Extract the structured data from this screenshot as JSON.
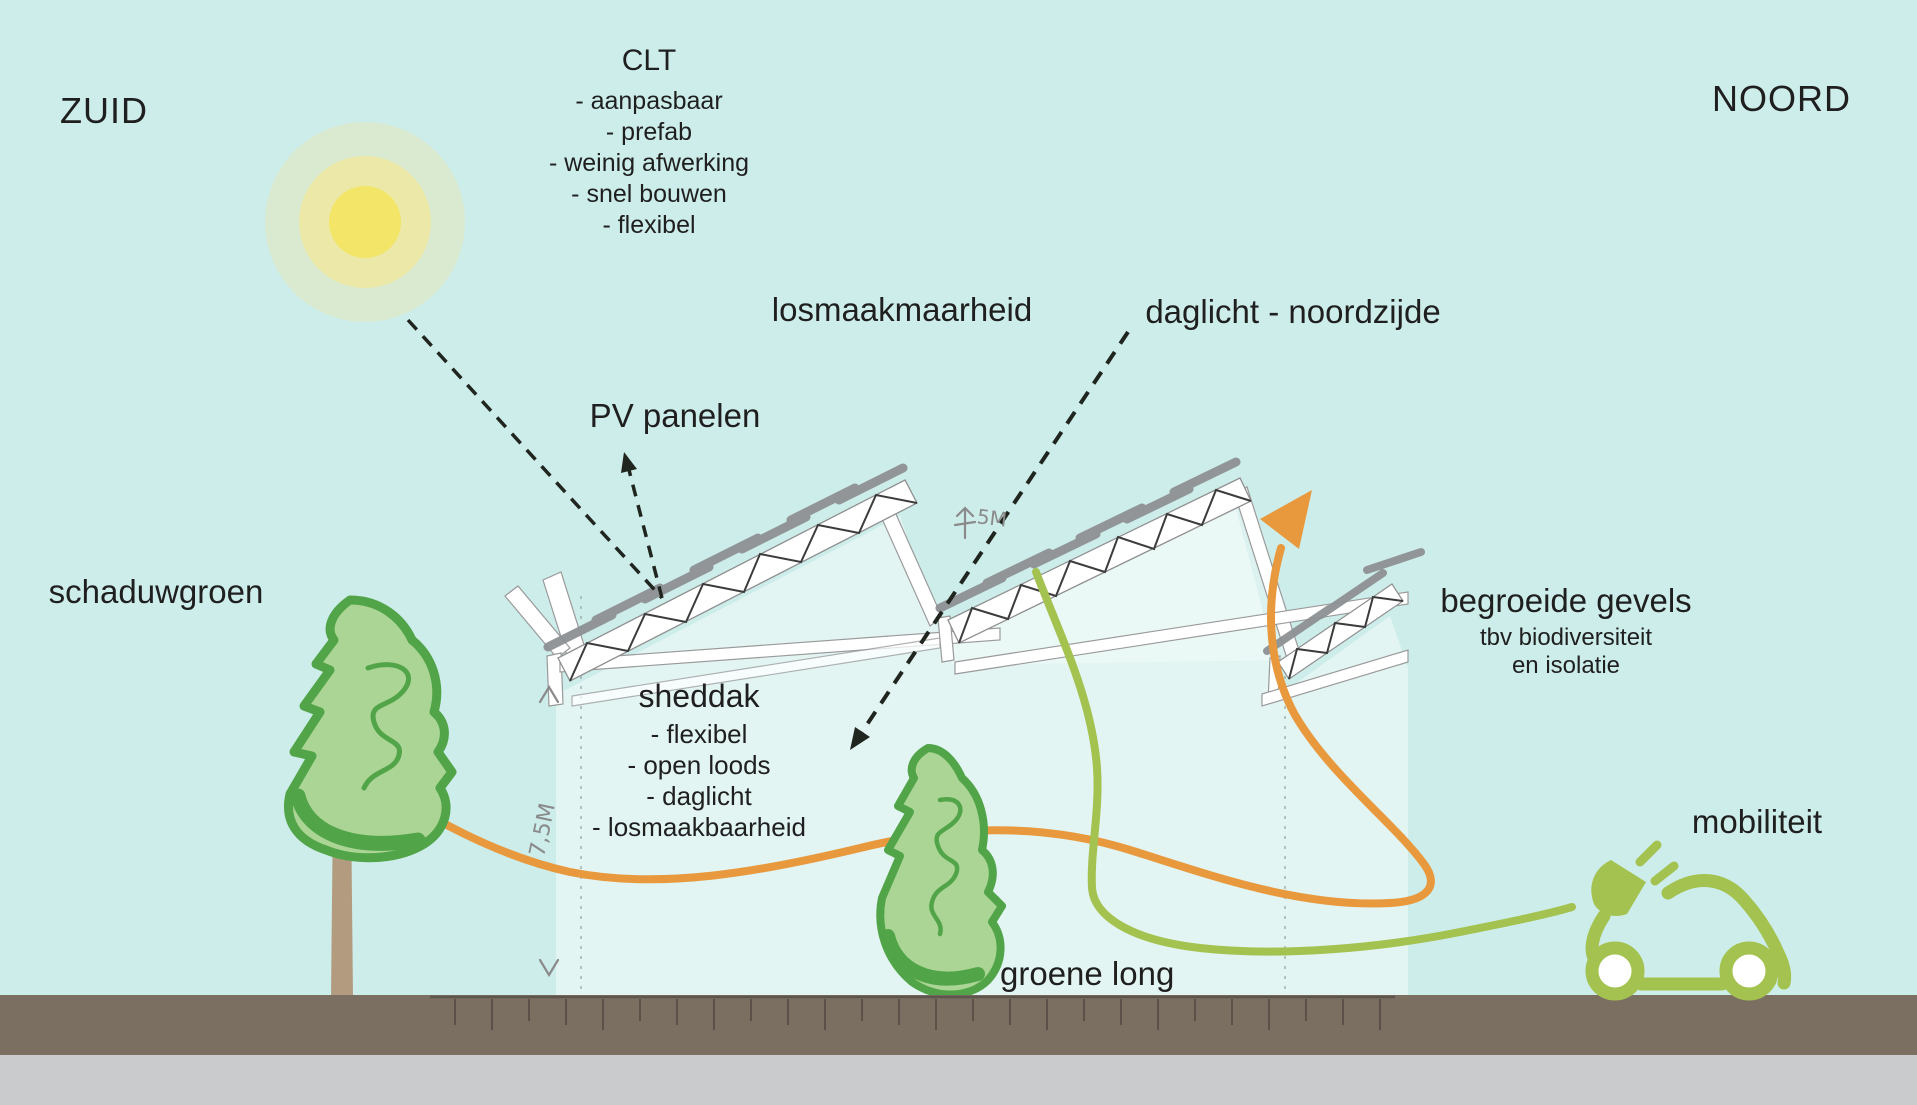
{
  "labels": {
    "zuid": "ZUID",
    "noord": "NOORD",
    "losmaakmaarheid": "losmaakmaarheid",
    "daglicht_noordzijde": "daglicht - noordzijde",
    "pv_panelen": "PV panelen",
    "schaduwgroen": "schaduwgroen",
    "groene_long": "groene long",
    "mobiliteit": "mobiliteit"
  },
  "clt": {
    "title": "CLT",
    "items": [
      "- aanpasbaar",
      "- prefab",
      "- weinig afwerking",
      "- snel bouwen",
      "- flexibel"
    ]
  },
  "sheddak": {
    "title": "sheddak",
    "items": [
      "- flexibel",
      "- open loods",
      "- daglicht",
      "- losmaakbaarheid"
    ]
  },
  "begroeide_gevels": {
    "title": "begroeide gevels",
    "items": [
      "tbv biodiversiteit",
      "en isolatie"
    ]
  },
  "annotations": {
    "wall_height": "7,5M",
    "roof_height": "5M"
  },
  "icons": {
    "sun": "sun-icon",
    "plug": "power-plug-icon",
    "car": "electric-car-icon",
    "arrow_orange": "energy-flow-arrow",
    "arrow_daylight": "daylight-arrow",
    "arrow_pv": "pv-pointer-arrow"
  },
  "colors": {
    "sky": "#cdedea",
    "interior": "#e2f5f3",
    "ink": "#1f1f1f",
    "sketch": "#20261f",
    "hand": "#8a8a8a",
    "orange": "#e9993d",
    "green": "#a4c24f",
    "tree_line": "#52a449",
    "tree_fill": "#abd595",
    "trunk": "#b39b80",
    "pv_gray": "#8d9093",
    "truss_edge": "#8f8f8f",
    "sun_core": "#f2e567",
    "sun_mid": "#ece9a8",
    "sun_halo": "#d9ead1",
    "ground_brown": "#7b6f62",
    "ground_gray": "#c9cbcd"
  }
}
